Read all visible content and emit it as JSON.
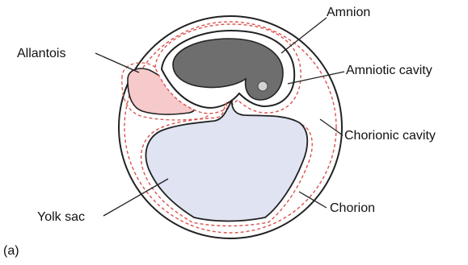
{
  "figure": {
    "panel_label": "(a)",
    "labels": {
      "amnion": "Amnion",
      "allantois": "Allantois",
      "amniotic_cavity": "Amniotic cavity",
      "chorionic_cavity": "Chorionic cavity",
      "yolk_sac": "Yolk sac",
      "chorion": "Chorion"
    }
  },
  "colors": {
    "outline": "#222222",
    "dashed_membrane": "#d9534f",
    "embryo": "#6e6e6e",
    "allantois_fill": "#f6c9cb",
    "yolk_sac_fill": "#dfe3f2",
    "background": "#ffffff"
  }
}
